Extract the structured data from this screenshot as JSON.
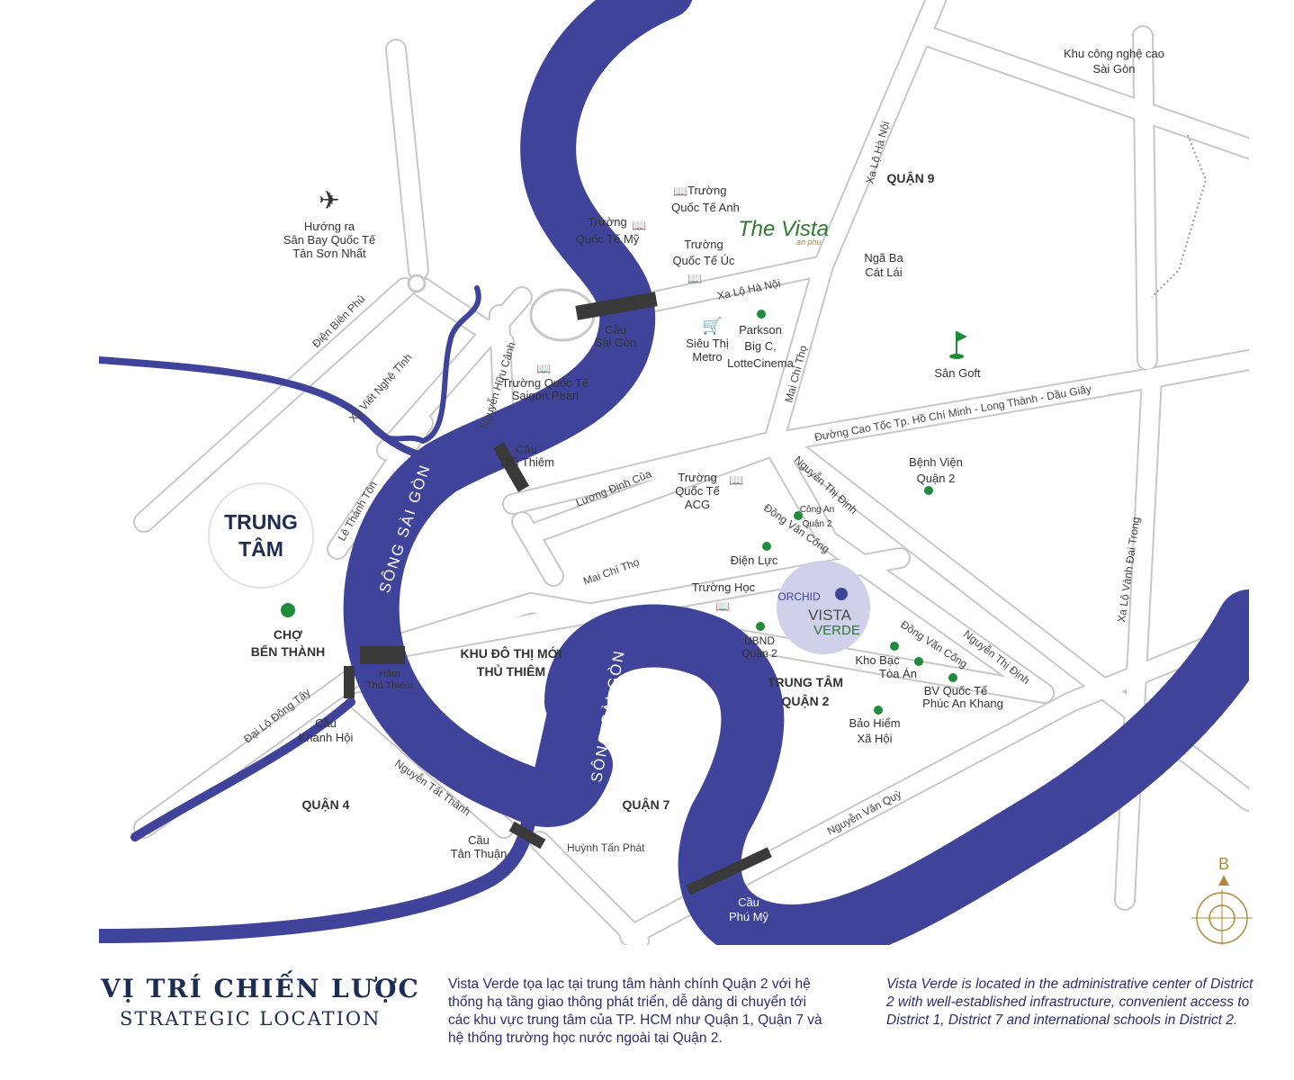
{
  "colors": {
    "river": "#3f449a",
    "road_fill": "#ffffff",
    "road_edge": "#c8c8c8",
    "bridge": "#3a3a3a",
    "poi_dot": "#1e8c3a",
    "highlight_circle": "#cfd0ea",
    "title": "#1d2c52",
    "gold": "#b08a3a",
    "vista_green": "#2e7a2e"
  },
  "map": {
    "center": [
      "TRUNG",
      "TÂM"
    ],
    "districts": {
      "district9": "QUẬN 9",
      "district4": "QUẬN 4",
      "district7": "QUẬN 7",
      "newtown": [
        "KHU ĐÔ THỊ MỚI",
        "THỦ THIÊM"
      ],
      "center_d2": [
        "TRUNG TÂM",
        "QUẬN 2"
      ],
      "ben_thanh": [
        "CHỢ",
        "BẾN THÀNH"
      ]
    },
    "rivers": {
      "upper": "SÔNG SÀI GÒN",
      "lower": "SÔNG SÀI GÒN"
    },
    "roads": {
      "xa_lo_ha_noi_main": "Xa Lộ Hà Nội",
      "xa_lo_ha_noi_north": "Xa Lộ Hà Nội",
      "dien_bien_phu": "Điện Biên Phủ",
      "xo_viet_nghe_tinh": "Xô Viết Nghệ Tĩnh",
      "nguyen_huu_canh": "Nguyễn Hữu Cảnh",
      "le_thanh_ton": "Lê Thánh Tôn",
      "luong_dinh_cua": "Lương Định Của",
      "mai_chi_tho_north": "Mai Chí Thọ",
      "mai_chi_tho_south": "Mai Chí Thọ",
      "expressway": "Đường Cao Tốc Tp. Hồ Chí Minh - Long Thành - Dầu Giây",
      "nguyen_thi_dinh_north": "Nguyễn Thị Định",
      "nguyen_thi_dinh_south": "Nguyễn Thị Định",
      "dong_van_cong_north": "Đồng Văn Cống",
      "dong_van_cong_south": "Đồng Văn Cống",
      "vanh_dai_trong": "Xa Lộ Vành Đai Trong",
      "dai_lo_dong_tay": "Đại Lộ Đông Tây",
      "nguyen_tat_thanh": "Nguyễn Tất Thành",
      "huynh_tan_phat": "Huỳnh Tấn Phát",
      "nguyen_van_quy": "Nguyễn Văn Quỳ"
    },
    "bridges": {
      "saigon": [
        "Cầu",
        "Sài Gòn"
      ],
      "thu_thiem": [
        "Cầu",
        "Thủ Thiêm"
      ],
      "ham_thu_thiem": [
        "Hầm",
        "Thủ Thiêm"
      ],
      "khanh_hoi": [
        "Cầu",
        "Khánh Hội"
      ],
      "tan_thuan": [
        "Cầu",
        "Tân Thuận"
      ],
      "phu_my": [
        "Cầu",
        "Phú Mỹ"
      ]
    },
    "pois": {
      "airport": [
        "Hướng ra",
        "Sân Bay Quốc Tế",
        "Tân Sơn Nhất"
      ],
      "hi_tech_park": [
        "Khu công nghệ cao",
        "Sài Gòn"
      ],
      "school_english": [
        "Trường",
        "Quốc Tế Anh"
      ],
      "school_american": [
        "Trường",
        "Quốc Tế Mỹ"
      ],
      "school_australian": [
        "Trường",
        "Quốc Tế Úc"
      ],
      "school_saigon_pearl": [
        "Trường Quốc Tế",
        "Saigon Pearl"
      ],
      "school_acg": [
        "Trường",
        "Quốc Tế",
        "ACG"
      ],
      "school": "Trường Học",
      "metro": [
        "Siêu Thị",
        "Metro"
      ],
      "parkson": [
        "Parkson",
        "Big C,",
        "LotteCinema"
      ],
      "nga_ba_cat_lai": [
        "Ngã Ba",
        "Cát Lái"
      ],
      "golf": "Sân Goft",
      "hospital_d2": [
        "Bệnh Viện",
        "Quận 2"
      ],
      "police_d2": [
        "Công An",
        "Quận 2"
      ],
      "electricity": "Điện Lực",
      "people_committee": [
        "UBND",
        "Quận 2"
      ],
      "treasury": "Kho Bạc",
      "court": "Tòa Án",
      "hospital_intl": [
        "BV Quốc Tế",
        "Phúc An Khang"
      ],
      "social_insurance": [
        "Bảo Hiểm",
        "Xã Hội"
      ]
    },
    "logos": {
      "the_vista": "The Vista",
      "the_vista_sub": "an phu",
      "orchid": "ORCHID",
      "vista": "VISTA",
      "verde": "VERDE"
    },
    "compass": "B"
  },
  "footer": {
    "title": "VỊ TRÍ CHIẾN LƯỢC",
    "subtitle": "STRATEGIC LOCATION",
    "description_vi": "Vista Verde tọa lạc tại trung tâm hành chính Quận 2 với hệ thống hạ tầng giao thông phát triển, dễ dàng di chuyển tới các khu vực trung tâm của TP. HCM như Quận 1, Quận 7 và hệ thống trường học nước ngoài tại Quận 2.",
    "description_en": "Vista Verde is located in the administrative center of District 2 with well-established infrastructure, convenient access to District 1, District 7 and international schools in District 2."
  }
}
